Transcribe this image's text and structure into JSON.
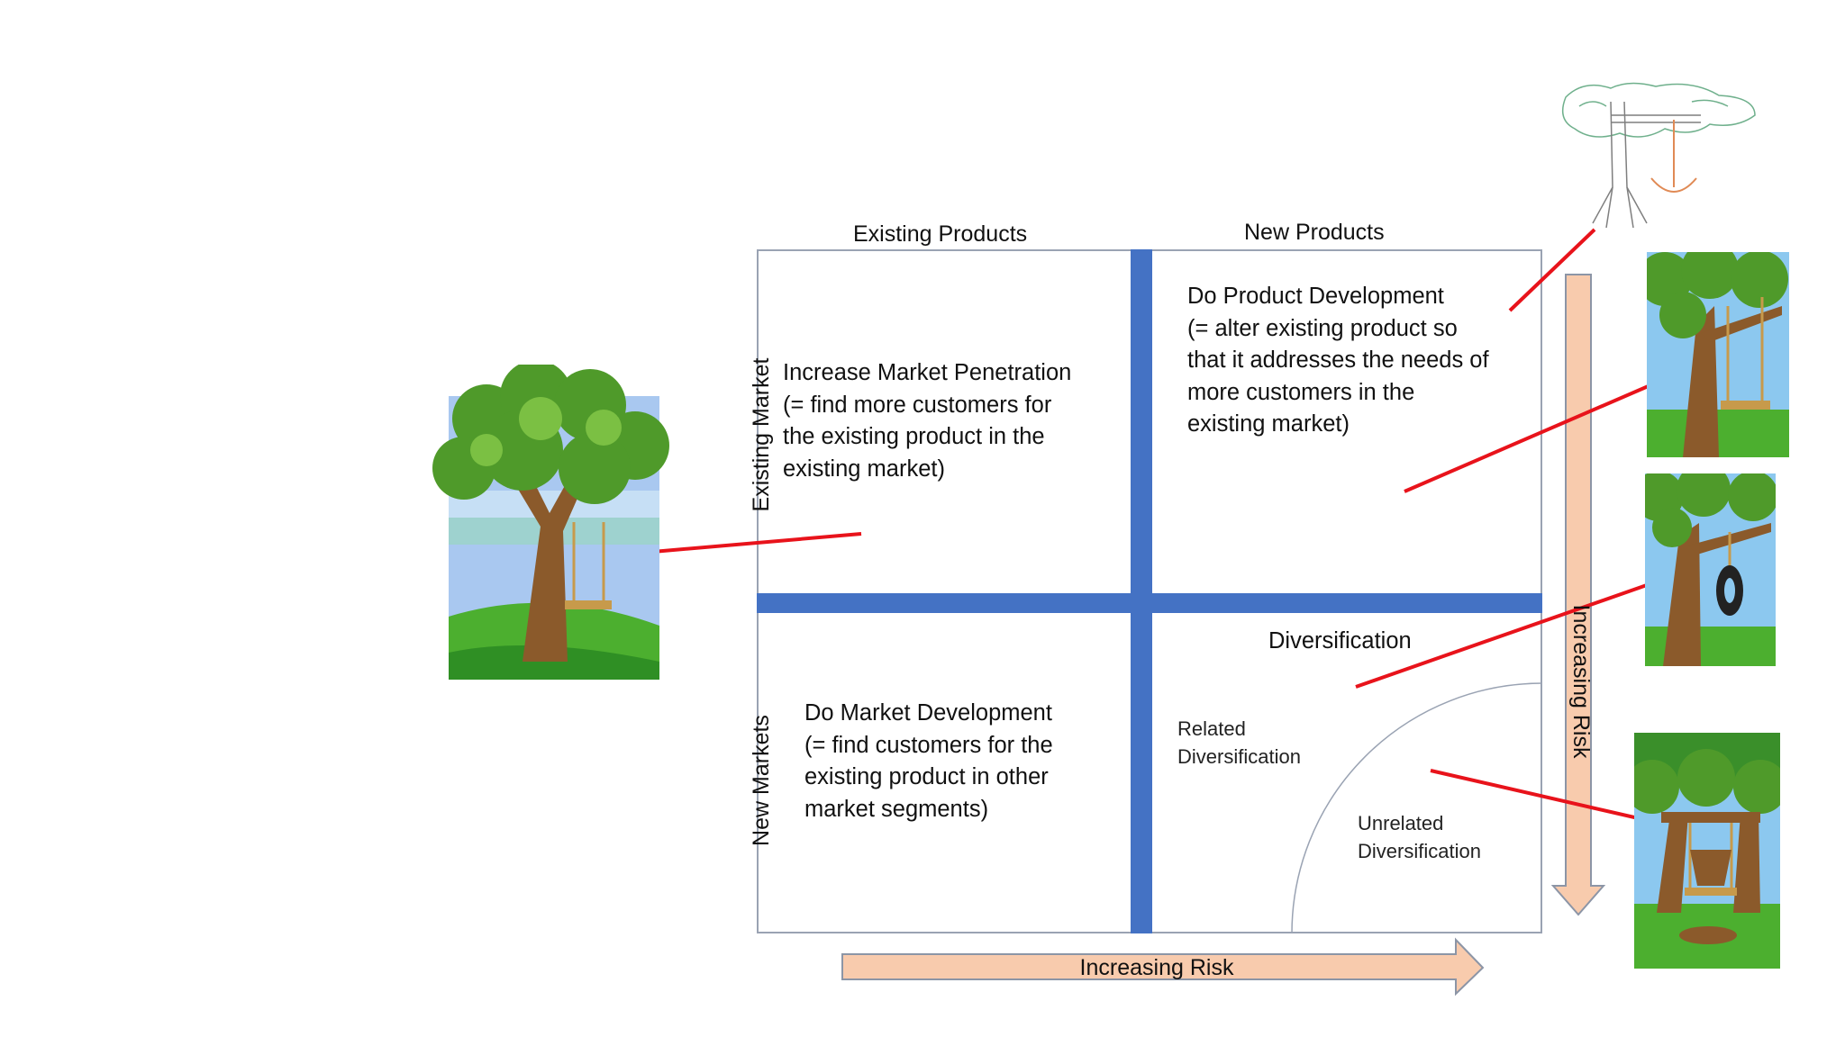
{
  "columns": {
    "existing_products": "Existing Products",
    "new_products": "New Products"
  },
  "rows": {
    "existing_market": "Existing Market",
    "new_markets": "New Markets"
  },
  "cells": {
    "market_penetration": [
      "Increase Market Penetration",
      "(= find more customers for",
      "the existing product in the",
      "existing market)"
    ],
    "product_development": [
      "Do Product Development",
      "(= alter existing product so",
      "that it addresses the needs of",
      "more customers in the",
      "existing market)"
    ],
    "market_development": [
      "Do Market Development",
      "(= find customers for the",
      "existing product in other",
      "market segments)"
    ],
    "diversification": {
      "title": "Diversification",
      "related": [
        "Related",
        "Diversification"
      ],
      "unrelated": [
        "Unrelated",
        "Diversification"
      ]
    }
  },
  "arrows": {
    "vertical_label": "Increasing Risk",
    "horizontal_label": "Increasing Risk"
  },
  "colors": {
    "divider_blue": "#4472c4",
    "arrow_fill": "#f8cbad",
    "connector_red": "#e8131b"
  },
  "icons": [
    "tree-swing-icon",
    "tree-sketch-icon",
    "tree-board-swing-icon",
    "tree-tire-swing-icon",
    "tree-cut-trunk-swing-icon"
  ]
}
